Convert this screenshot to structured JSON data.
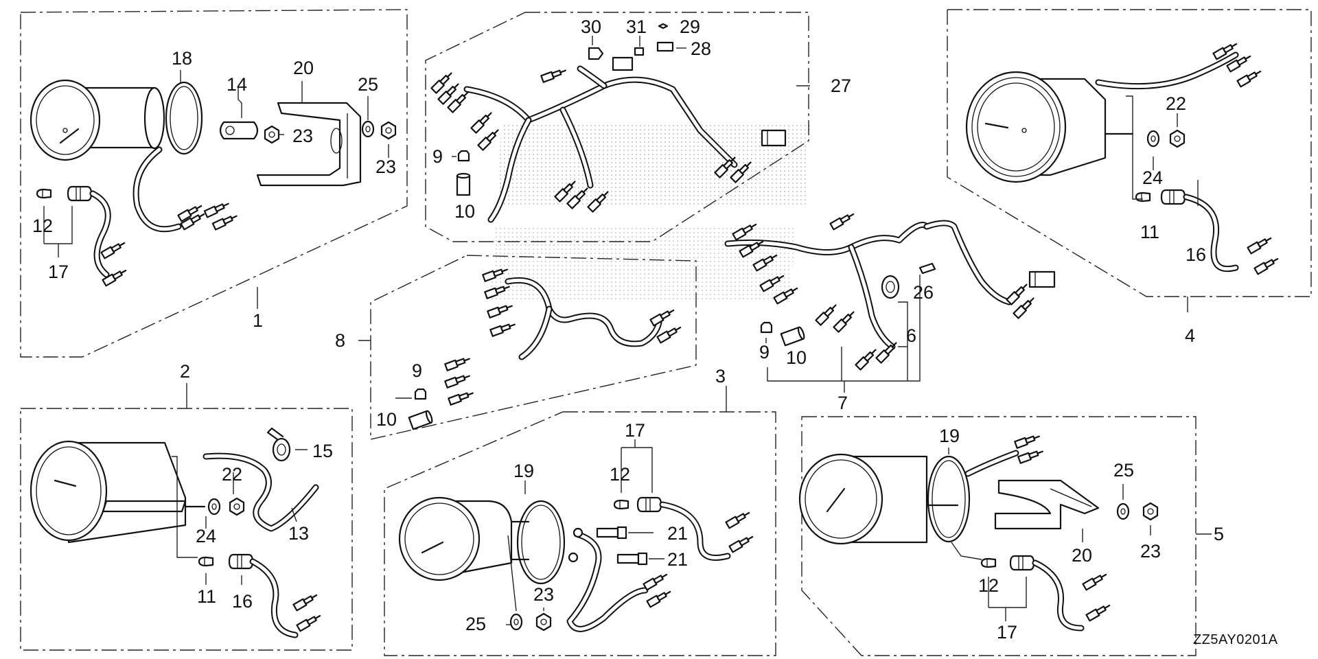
{
  "diagram_code": "ZZ5AY0201A",
  "groups": {
    "g1": {
      "ref": "1",
      "parts": [
        "18",
        "14",
        "20",
        "25",
        "23",
        "23",
        "12",
        "17"
      ]
    },
    "g2": {
      "ref": "2",
      "parts": [
        "15",
        "22",
        "24",
        "13",
        "11",
        "16"
      ]
    },
    "g3": {
      "ref": "3",
      "parts": [
        "17",
        "12",
        "19",
        "21",
        "21",
        "23",
        "25"
      ]
    },
    "g4": {
      "ref": "4",
      "parts": [
        "22",
        "24",
        "11",
        "16"
      ]
    },
    "g5": {
      "ref": "5",
      "parts": [
        "19",
        "25",
        "20",
        "23",
        "12",
        "17"
      ]
    },
    "g6": {
      "ref": "6"
    },
    "g7": {
      "ref": "7",
      "parts": [
        "26",
        "9",
        "10"
      ]
    },
    "g8": {
      "ref": "8",
      "parts": [
        "9",
        "10"
      ]
    },
    "g27": {
      "ref": "27",
      "parts": [
        "30",
        "31",
        "29",
        "28",
        "9",
        "10"
      ]
    }
  },
  "colors": {
    "line": "#111111",
    "paper": "#ffffff",
    "watermark": "#c8c8c8"
  }
}
